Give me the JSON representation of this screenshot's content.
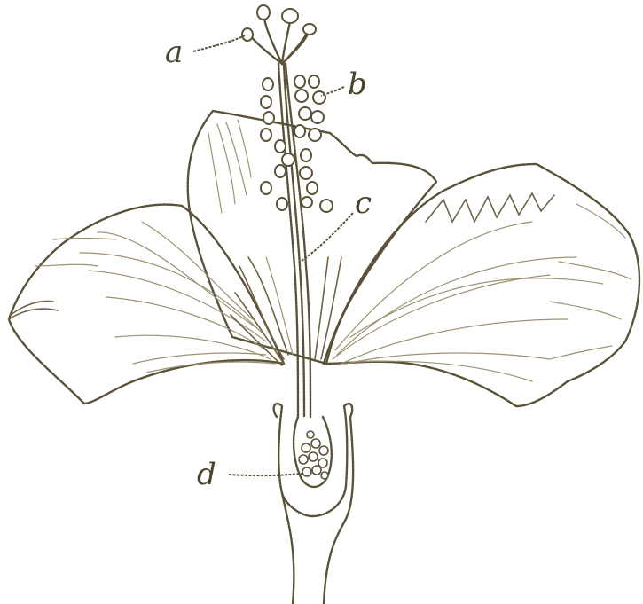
{
  "labels": {
    "a": "a",
    "b": "b",
    "c": "c",
    "d": "d"
  },
  "colors": {
    "ink": "#5a5238",
    "vein": "#9c9272",
    "background": "#ffffff"
  }
}
